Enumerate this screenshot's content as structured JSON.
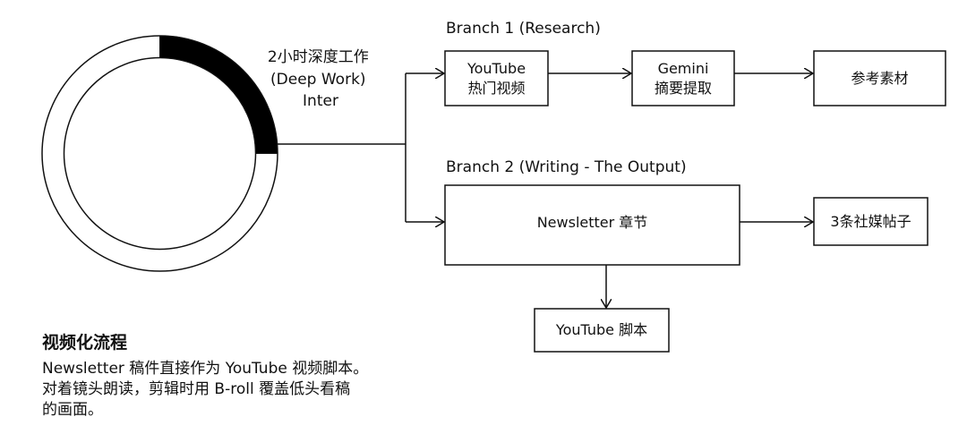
{
  "ring": {
    "progress_fraction": 0.25,
    "label_lines": [
      "2小时深度工作",
      "(Deep Work)",
      "Inter"
    ]
  },
  "branch1": {
    "title": "Branch 1 (Research)",
    "nodes": [
      [
        "YouTube",
        "热门视频"
      ],
      [
        "Gemini",
        "摘要提取"
      ],
      [
        "参考素材"
      ]
    ]
  },
  "branch2": {
    "title": "Branch 2 (Writing - The Output)",
    "main": "Newsletter 章节",
    "side": "3条社媒帖子",
    "down": "YouTube 脚本"
  },
  "note": {
    "title": "视频化流程",
    "lines": [
      "Newsletter 稿件直接作为 YouTube 视频脚本。",
      "对着镜头朗读，剪辑时用 B-roll 覆盖低头看稿",
      "的画面。"
    ]
  }
}
